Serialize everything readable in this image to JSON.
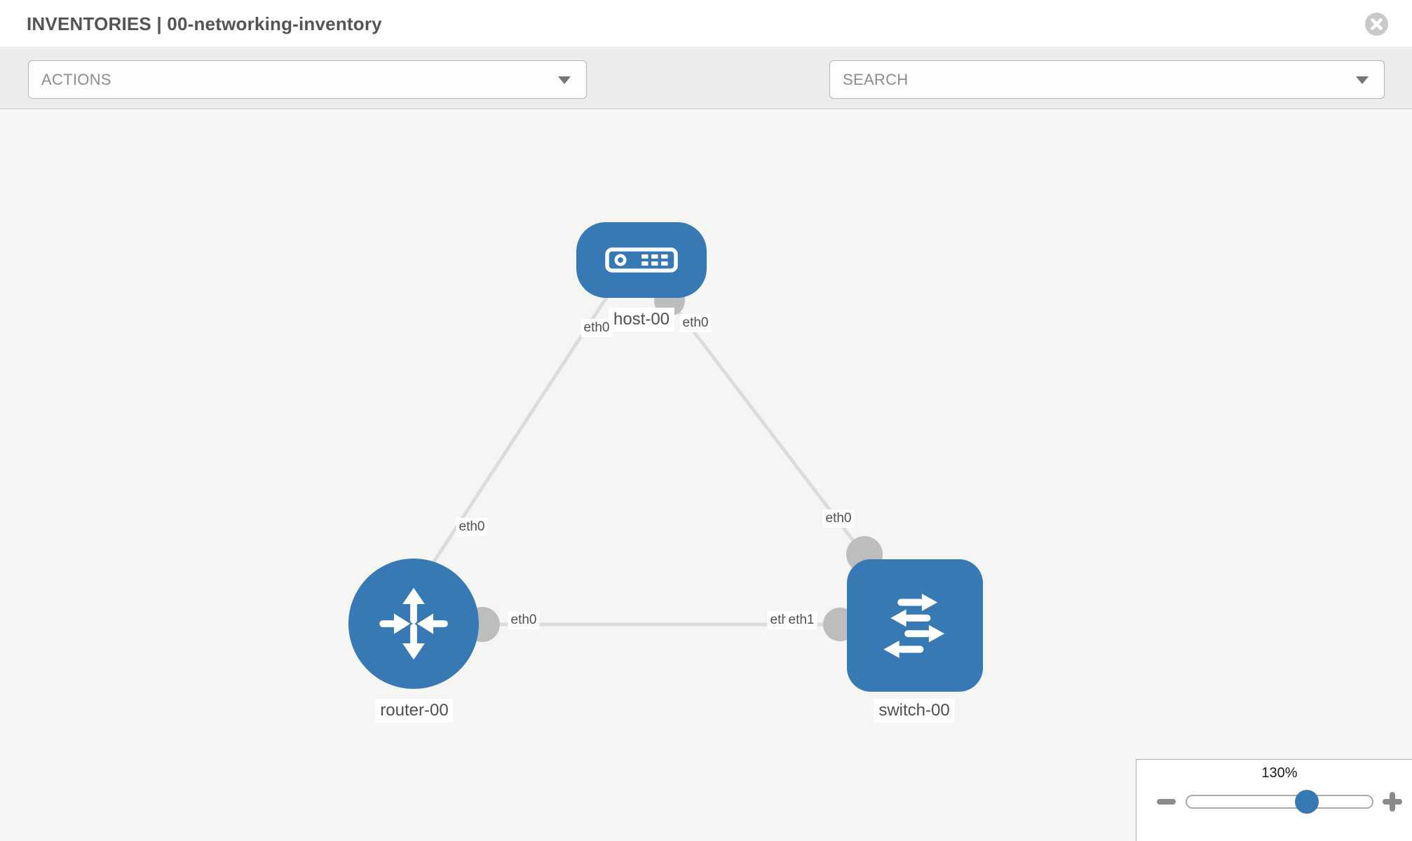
{
  "header": {
    "title": "INVENTORIES | 00-networking-inventory"
  },
  "toolbar": {
    "actions_label": "ACTIONS",
    "search_placeholder": "SEARCH",
    "icons": [
      "wrench-icon",
      "key-icon"
    ]
  },
  "diagram": {
    "nodes": [
      {
        "id": "host-00",
        "type": "host",
        "label": "host-00"
      },
      {
        "id": "router-00",
        "type": "router",
        "label": "router-00"
      },
      {
        "id": "switch-00",
        "type": "switch",
        "label": "switch-00"
      }
    ],
    "links": [
      {
        "from": "host-00",
        "to": "router-00",
        "from_if": "eth0",
        "to_if": "eth0"
      },
      {
        "from": "host-00",
        "to": "switch-00",
        "from_if": "eth0",
        "to_if": "eth0"
      },
      {
        "from": "router-00",
        "to": "switch-00",
        "from_if": "eth0",
        "to_if": "eth1"
      }
    ],
    "interface_chips": {
      "host_left": "eth0",
      "host_right": "eth0",
      "link_host_router": "eth0",
      "link_host_switch": "eth0",
      "router_right": "eth0",
      "switch_left_hidden": "eth0",
      "switch_left": "eth1"
    }
  },
  "zoom_control": {
    "value": "130%",
    "percent": 130
  },
  "colors": {
    "node_blue": "#3779b5",
    "link_gray": "#dcdcdc",
    "interface_circle_gray": "#bdbdbd",
    "toolbar_bg": "#ececec",
    "canvas_bg": "#f5f5f4"
  }
}
